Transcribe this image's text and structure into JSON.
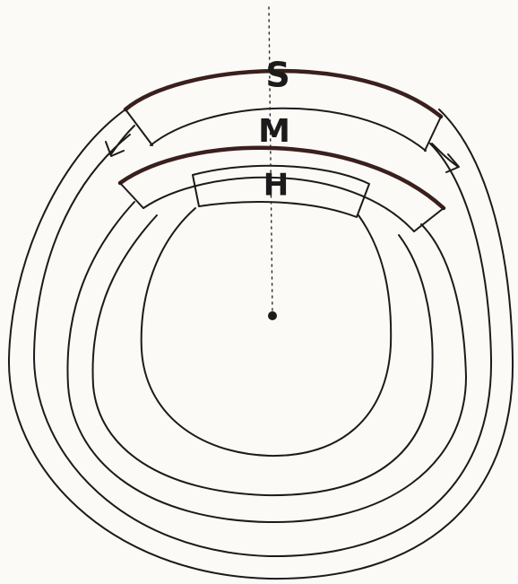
{
  "dial": {
    "labels": {
      "seconds": "S",
      "minutes": "M",
      "hours": "H"
    },
    "ink_color": "#1c1a1a",
    "band_color": "#3a1f1c",
    "paper_color": "#fbfaf7"
  }
}
